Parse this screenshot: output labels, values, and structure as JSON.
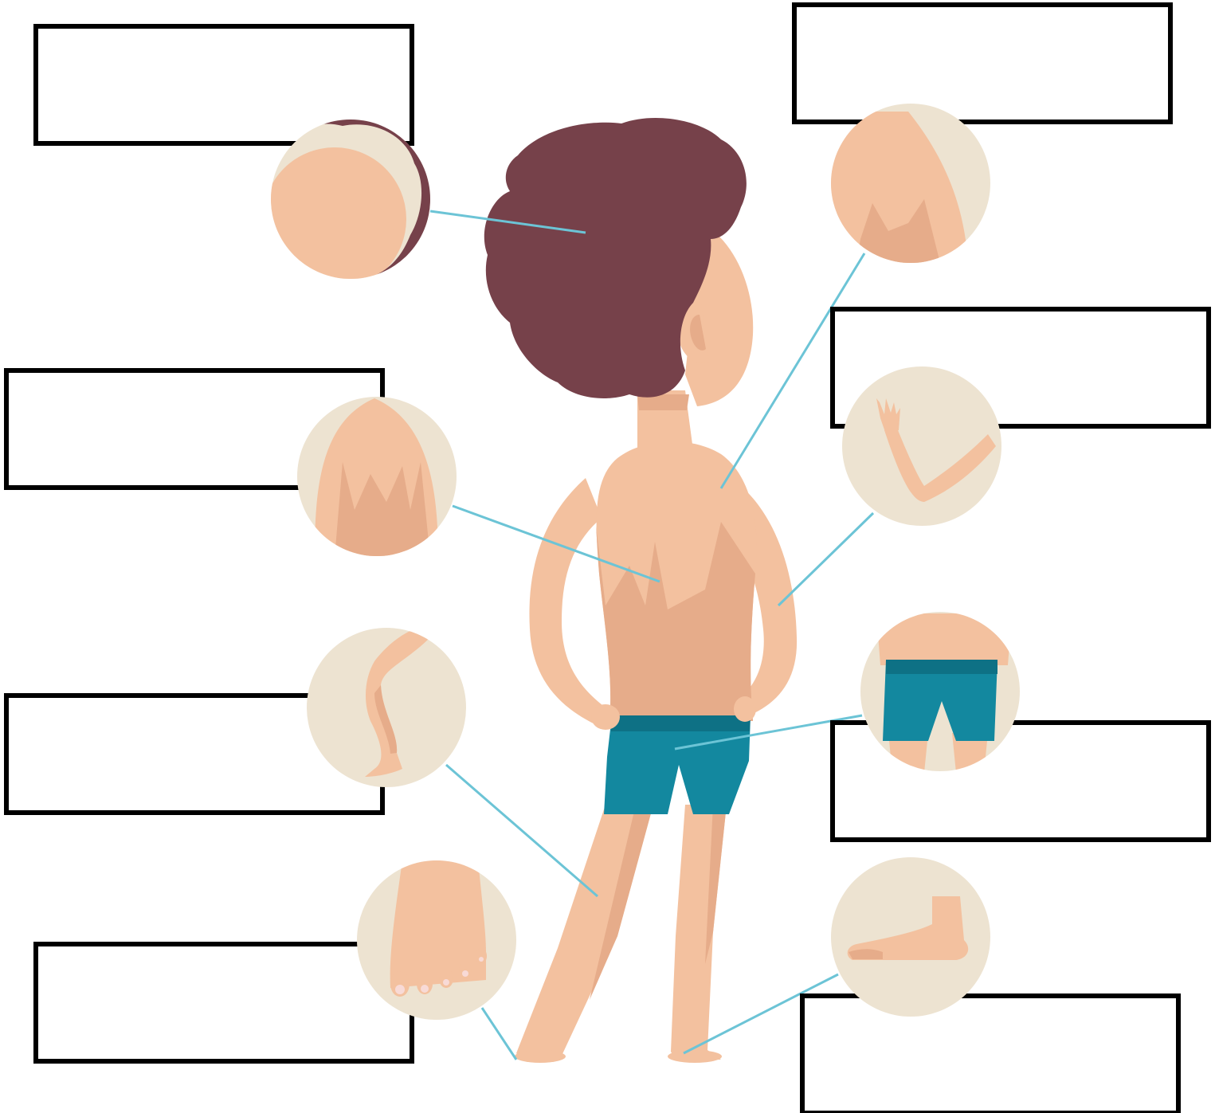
{
  "colors": {
    "skin": "#F3C19F",
    "skin_shade": "#E6AC8A",
    "hair": "#76414A",
    "shorts": "#13889F",
    "shorts_dark": "#0E7185",
    "circle_bg": "#EDE3D1",
    "leader_line": "#6CC4D6",
    "box_border": "#000000"
  },
  "labels": [
    {
      "part": "head",
      "text": ""
    },
    {
      "part": "back",
      "text": ""
    },
    {
      "part": "knee",
      "text": ""
    },
    {
      "part": "toes",
      "text": ""
    },
    {
      "part": "shoulder",
      "text": ""
    },
    {
      "part": "arm",
      "text": ""
    },
    {
      "part": "bottom",
      "text": ""
    },
    {
      "part": "foot",
      "text": ""
    }
  ]
}
